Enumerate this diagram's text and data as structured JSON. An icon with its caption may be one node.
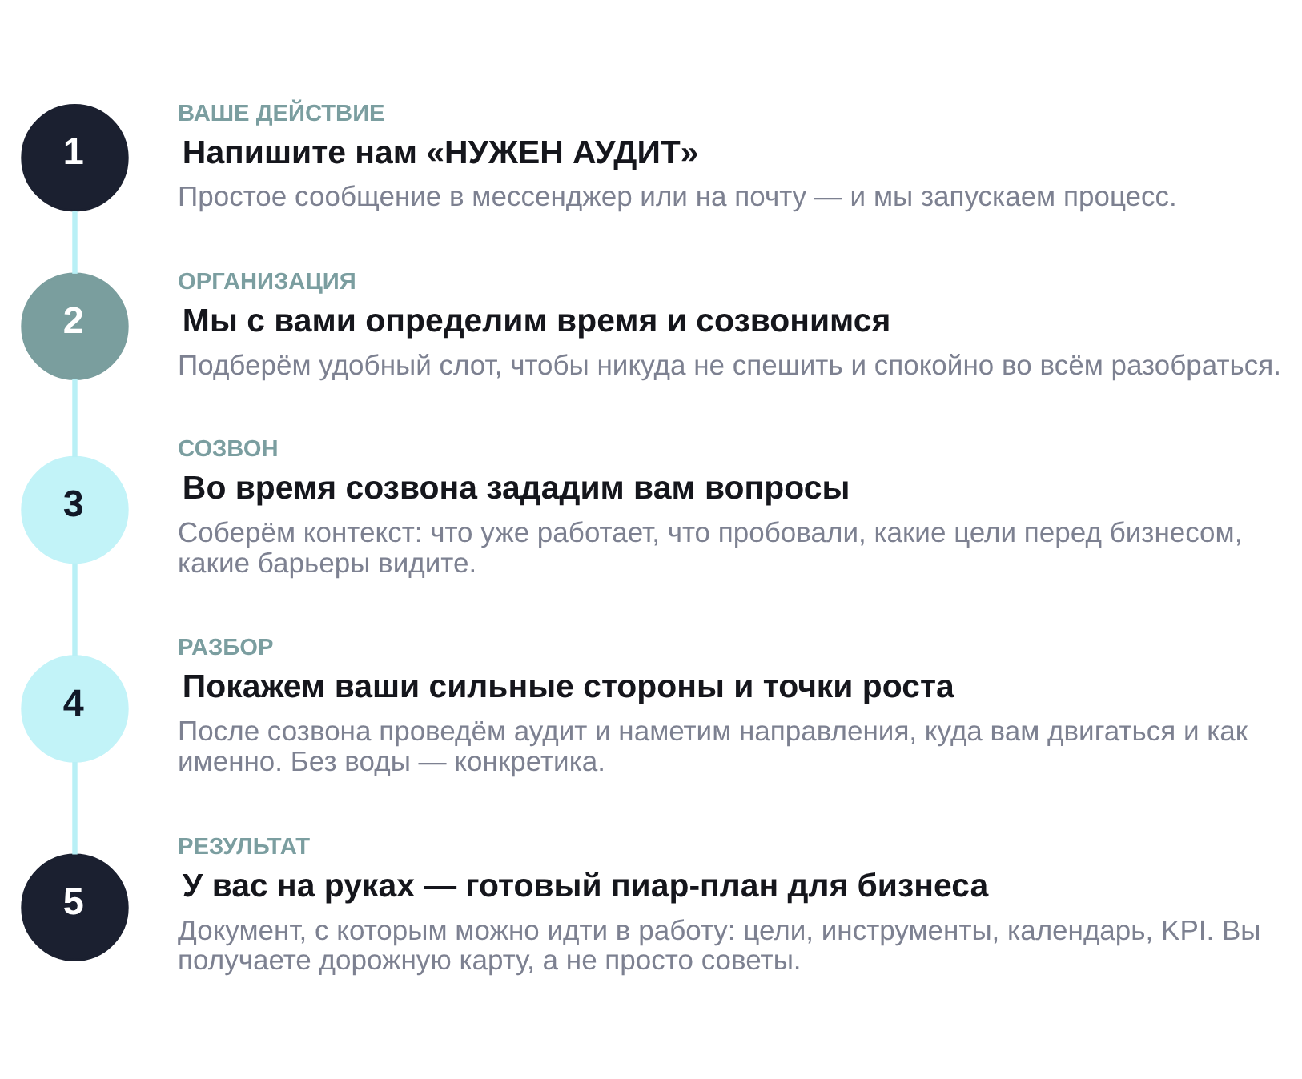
{
  "diagram": {
    "nodes": [
      {
        "text": [
          "1"
        ],
        "beside": [
          "ВАШЕ ДЕЙСТВИЕ",
          "Напишите нам «НУЖЕН АУДИТ»",
          "Простое сообщение в мессенджер или на почту — и мы запускаем процесс."
        ]
      },
      {
        "text": [
          "2"
        ],
        "beside": [
          "ОРГАНИЗАЦИЯ",
          "Мы с вами определим время и созвонимся",
          "Подберём удобный слот, чтобы никуда не спешить и спокойно во всём разобраться."
        ]
      },
      {
        "text": [
          "3"
        ],
        "beside": [
          "СОЗВОН",
          "Во время созвона зададим вам вопросы",
          "Соберём контекст: что уже работает, что пробовали, какие цели перед бизнесом, какие барьеры видите."
        ]
      },
      {
        "text": [
          "4"
        ],
        "beside": [
          "РАЗБОР",
          "Покажем ваши сильные стороны и точки роста",
          "После созвона проведём аудит и наметим направления, куда вам двигаться и как именно. Без воды — конкретика."
        ]
      },
      {
        "text": [
          "5"
        ],
        "beside": [
          "РЕЗУЛЬТАТ",
          "У вас на руках — готовый пиар-план для бизнеса",
          "Документ, с которым можно идти в работу: цели, инструменты, календарь, KPI. Вы получаете дорожную карту, а не просто советы."
        ]
      }
    ],
    "edges": [
      {
        "from": 0,
        "to": 1,
        "arrow": "none"
      },
      {
        "from": 1,
        "to": 2,
        "arrow": "none"
      },
      {
        "from": 2,
        "to": 3,
        "arrow": "none"
      },
      {
        "from": 3,
        "to": 4,
        "arrow": "none"
      }
    ]
  }
}
